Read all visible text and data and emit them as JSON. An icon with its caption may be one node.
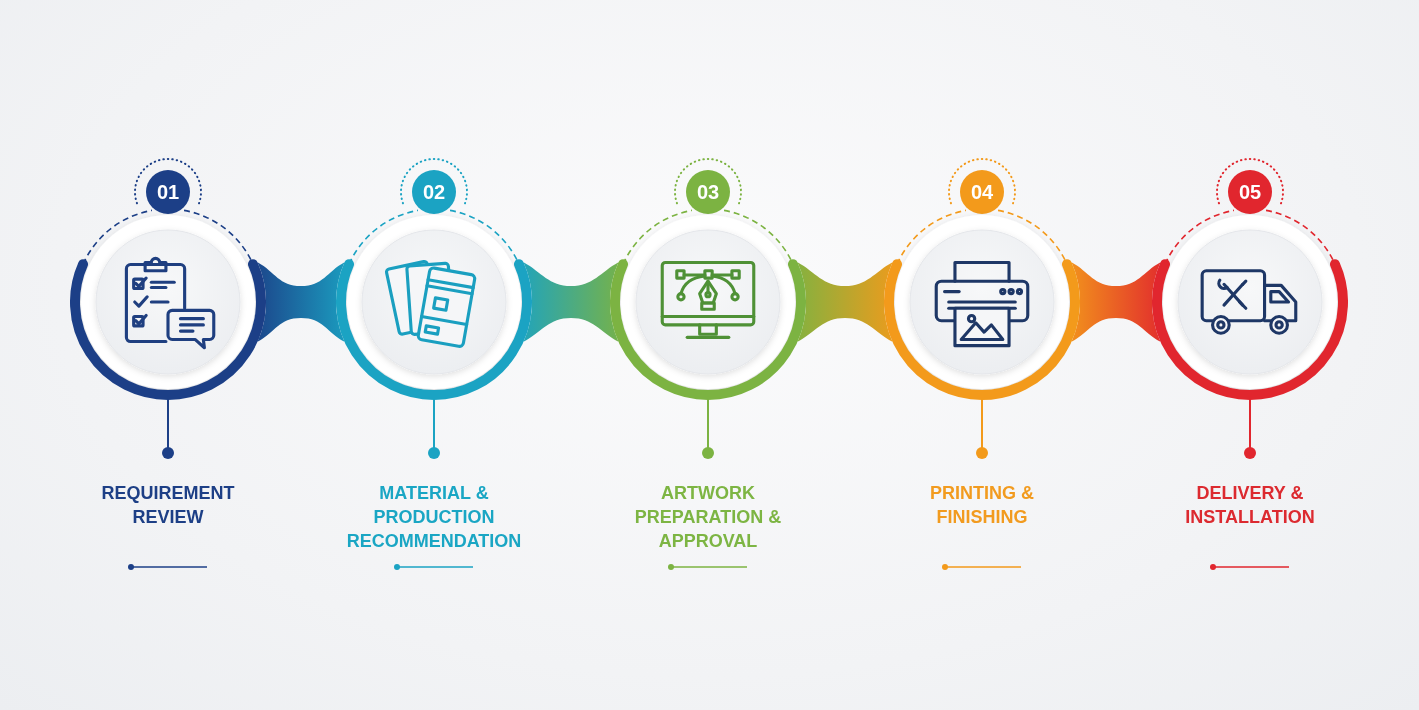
{
  "diagram": {
    "nodes": [
      {
        "text": [
          "01"
        ]
      },
      {
        "text": [],
        "shape": "circle"
      },
      {
        "text": [
          "REQUIREMENT REVIEW"
        ]
      },
      {
        "text": [
          "02"
        ]
      },
      {
        "text": [],
        "shape": "circle"
      },
      {
        "text": [
          "MATERIAL & PRODUCTION RECOMMENDATION"
        ]
      },
      {
        "text": [
          "03"
        ]
      },
      {
        "text": [],
        "shape": "circle"
      },
      {
        "text": [
          "ARTWORK PREPARATION & APPROVAL"
        ]
      },
      {
        "text": [
          "04"
        ]
      },
      {
        "text": [],
        "shape": "circle"
      },
      {
        "text": [
          "PRINTING & FINISHING"
        ]
      },
      {
        "text": [
          "05"
        ]
      },
      {
        "text": [],
        "shape": "circle"
      },
      {
        "text": [
          "DELIVERY & INSTALLATION"
        ]
      }
    ],
    "edges": [
      {
        "from": 1,
        "to": 2,
        "arrow": "other",
        "color": "#1c3f87"
      },
      {
        "from": 1,
        "to": 4,
        "arrow": "none",
        "style": "thick"
      },
      {
        "from": 4,
        "to": 5,
        "arrow": "other",
        "color": "#1ba3c3"
      },
      {
        "from": 4,
        "to": 7,
        "arrow": "none",
        "style": "thick"
      },
      {
        "from": 7,
        "to": 8,
        "arrow": "other",
        "color": "#7cb342"
      },
      {
        "from": 7,
        "to": 10,
        "arrow": "none",
        "style": "thick"
      },
      {
        "from": 10,
        "to": 11,
        "arrow": "other",
        "color": "#f39a1b"
      },
      {
        "from": 10,
        "to": 13,
        "arrow": "none",
        "style": "thick"
      },
      {
        "from": 13,
        "to": 14,
        "arrow": "other",
        "color": "#e1262e"
      }
    ]
  }
}
